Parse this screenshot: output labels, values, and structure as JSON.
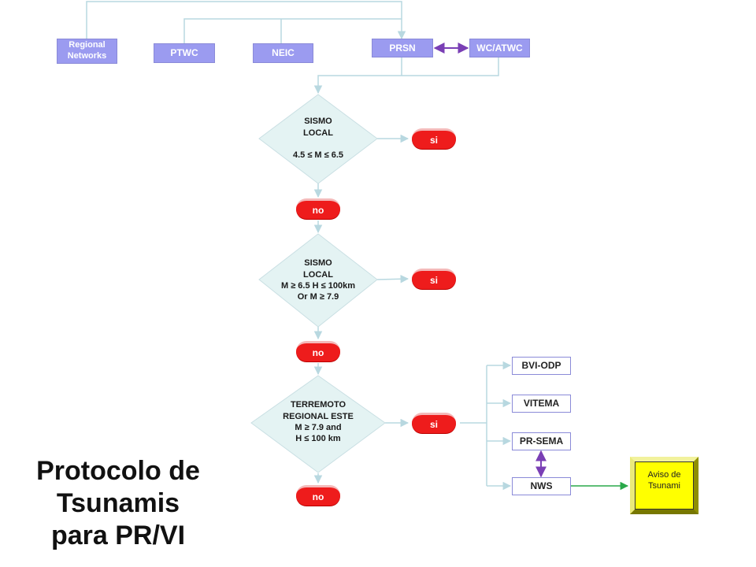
{
  "sources": {
    "regional_networks": "Regional\nNetworks",
    "ptwc": "PTWC",
    "neic": "NEIC",
    "prsn": "PRSN",
    "wc_atwc": "WC/ATWC"
  },
  "decisions": [
    {
      "label": "SISMO\nLOCAL\n\n4.5 ≤ M ≤ 6.5",
      "yes": "si",
      "no": "no"
    },
    {
      "label": "SISMO\nLOCAL\nM ≥ 6.5 H ≤ 100km\nOr M ≥ 7.9",
      "yes": "si",
      "no": "no"
    },
    {
      "label": "TERREMOTO\nREGIONAL ESTE\nM ≥ 7.9 and\nH ≤ 100 km",
      "yes": "si",
      "no": "no"
    }
  ],
  "recipients": [
    "BVI-ODP",
    "VITEMA",
    "PR-SEMA",
    "NWS"
  ],
  "aviso": "Aviso de\nTsunami",
  "title": "Protocolo de\nTsunamis\npara PR/VI",
  "colors": {
    "box_fill": "#9b9bf0",
    "diamond_fill": "#e4f3f3",
    "connector": "#b8d8e0",
    "pill": "#ee1c1c",
    "bidirectional_arrow": "#7a3fb5",
    "aviso_arrow": "#2aa84a",
    "aviso_fill": "#ffff00"
  }
}
